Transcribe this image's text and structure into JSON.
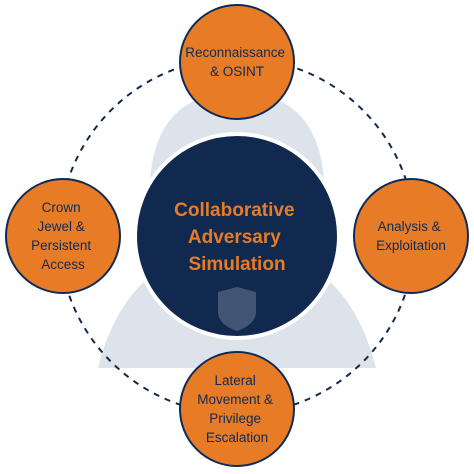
{
  "diagram": {
    "center": {
      "lines": [
        "Collaborative",
        "Adversary",
        "Simulation"
      ]
    },
    "nodes": [
      {
        "id": "reconnaissance",
        "lines": [
          "Reconnaissance",
          "& OSINT"
        ]
      },
      {
        "id": "analysis",
        "lines": [
          "Analysis &",
          "Exploitation"
        ]
      },
      {
        "id": "lateral",
        "lines": [
          "Lateral",
          "Movement &",
          "Privilege",
          "Escalation"
        ]
      },
      {
        "id": "crown",
        "lines": [
          "Crown",
          "Jewel &",
          "Persistent",
          "Access"
        ]
      }
    ],
    "colors": {
      "node_fill": "#e87b25",
      "node_stroke": "#0f2b55",
      "center_fill": "#12294f",
      "center_stroke": "#ffffff",
      "center_text": "#e87b25",
      "node_text": "#0f2b55",
      "ring": "#12294f",
      "silhouette": "#dde3ea",
      "badge": "#d7dde4"
    },
    "icons": {
      "background": "hooded-figure-icon",
      "badge": "shield-icon"
    }
  }
}
